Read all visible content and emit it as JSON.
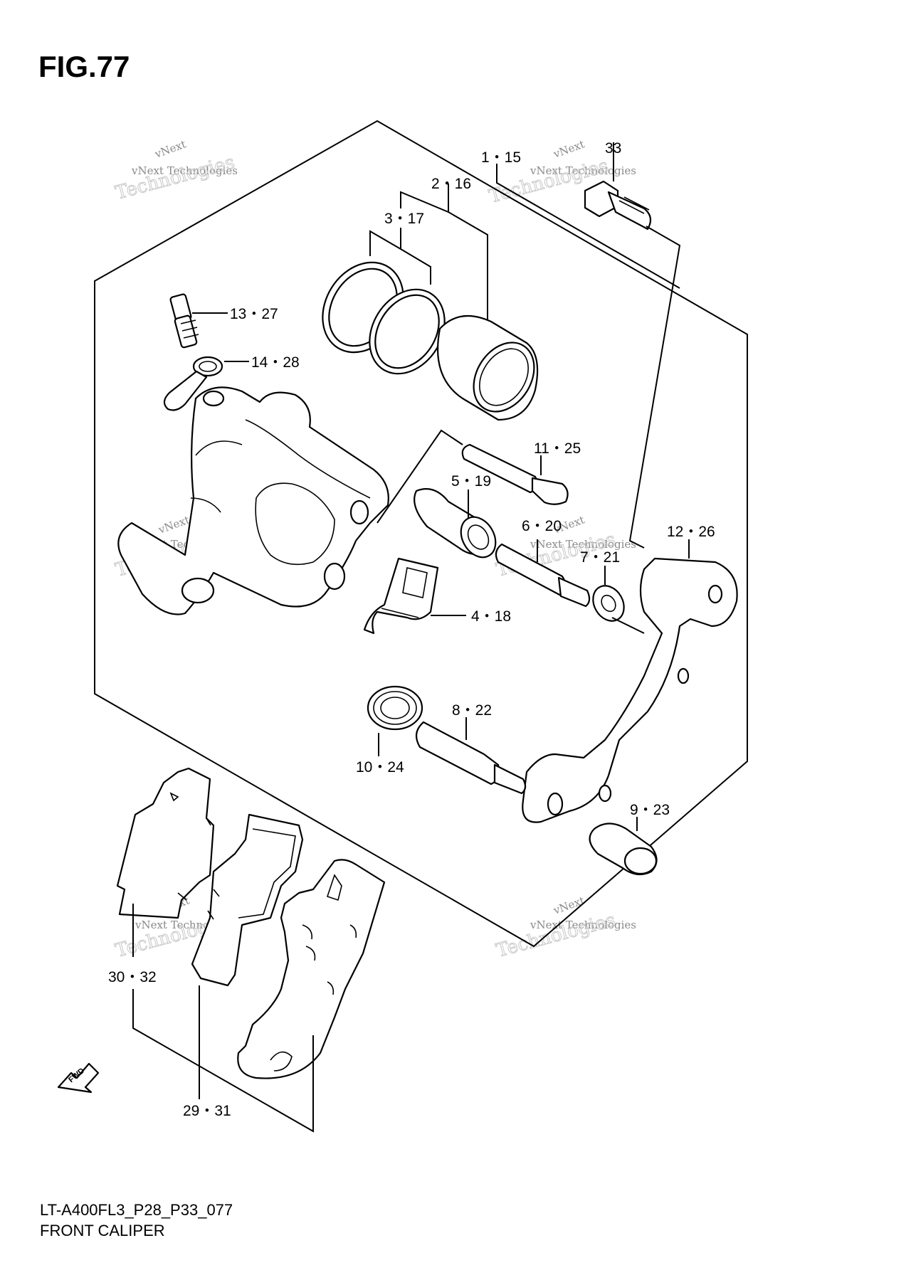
{
  "figure": {
    "title": "FIG.77",
    "model_code": "LT-A400FL3_P28_P33_077",
    "section_name": "FRONT CALIPER"
  },
  "callouts": {
    "c1_15": "1・15",
    "c2_16": "2・16",
    "c3_17": "3・17",
    "c33": "33",
    "c13_27": "13・27",
    "c14_28": "14・28",
    "c11_25": "11・25",
    "c5_19": "5・19",
    "c6_20": "6・20",
    "c7_21": "7・21",
    "c12_26": "12・26",
    "c4_18": "4・18",
    "c8_22": "8・22",
    "c10_24": "10・24",
    "c9_23": "9・23",
    "c30_32": "30・32",
    "c29_31": "29・31"
  },
  "fwd_label": "FWD",
  "watermark": {
    "line1": "vNext",
    "line2": "vNext Technologies",
    "line3": "Technologies"
  }
}
